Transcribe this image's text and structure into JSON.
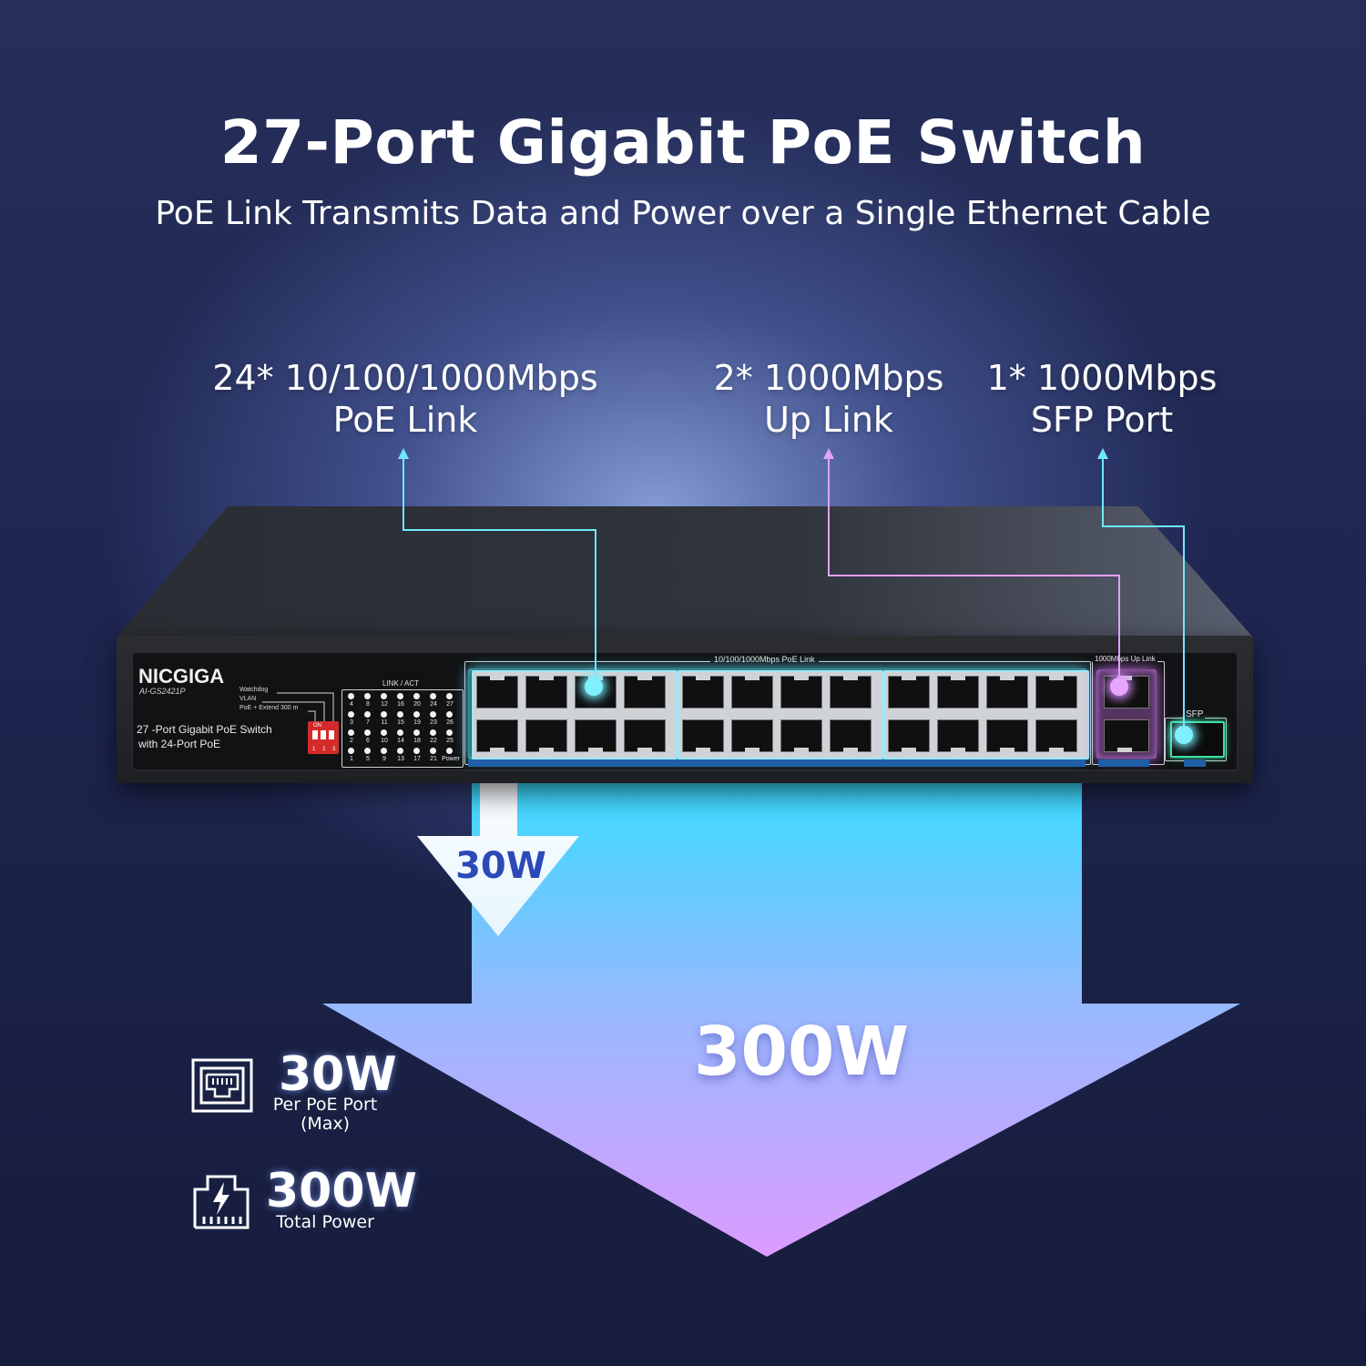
{
  "header": {
    "title": "27-Port Gigabit PoE Switch",
    "subtitle": "PoE Link Transmits Data and Power over a Single Ethernet Cable"
  },
  "callouts": {
    "poe_ports": {
      "line1": "24* 10/100/1000Mbps",
      "line2": "PoE Link"
    },
    "uplink": {
      "line1": "2* 1000Mbps",
      "line2": "Up Link"
    },
    "sfp": {
      "line1": "1* 1000Mbps",
      "line2": "SFP Port"
    }
  },
  "device": {
    "brand": "NICGIGA",
    "model": "AI-GS2421P",
    "dip_labels": {
      "watchdog": "Watchdog",
      "vlan": "VLAN",
      "poe_extend": "PoE + Extend 300 m"
    },
    "dip_on": "ON",
    "dip_numbers": "1 2 3",
    "description_line1": "27 -Port Gigabit PoE Switch",
    "description_line2": "with 24-Port PoE",
    "led_title": "LINK / ACT",
    "led_rows": [
      [
        "4",
        "8",
        "12",
        "16",
        "20",
        "24",
        "27"
      ],
      [
        "3",
        "7",
        "11",
        "15",
        "19",
        "23",
        "26"
      ],
      [
        "2",
        "6",
        "10",
        "14",
        "18",
        "22",
        "25"
      ],
      [
        "1",
        "5",
        "9",
        "13",
        "17",
        "21",
        "Power"
      ]
    ],
    "poe_group_label": "10/100/1000Mbps PoE Link",
    "uplink_group_label": "1000Mbps Up Link",
    "sfp_label": "SFP"
  },
  "power": {
    "per_port_arrow": "30W",
    "total_arrow": "300W"
  },
  "specs": [
    {
      "icon": "ethernet-port-icon",
      "value": "30W",
      "label_line1": "Per PoE Port",
      "label_line2": "(Max)"
    },
    {
      "icon": "power-port-icon",
      "value": "300W",
      "label_line1": "Total Power",
      "label_line2": ""
    }
  ],
  "colors": {
    "poe_accent": "#7ff0ff",
    "uplink_accent": "#e6a6ff",
    "sfp_accent": "#3ee0a4",
    "small_arrow_text": "#2d49b8"
  }
}
